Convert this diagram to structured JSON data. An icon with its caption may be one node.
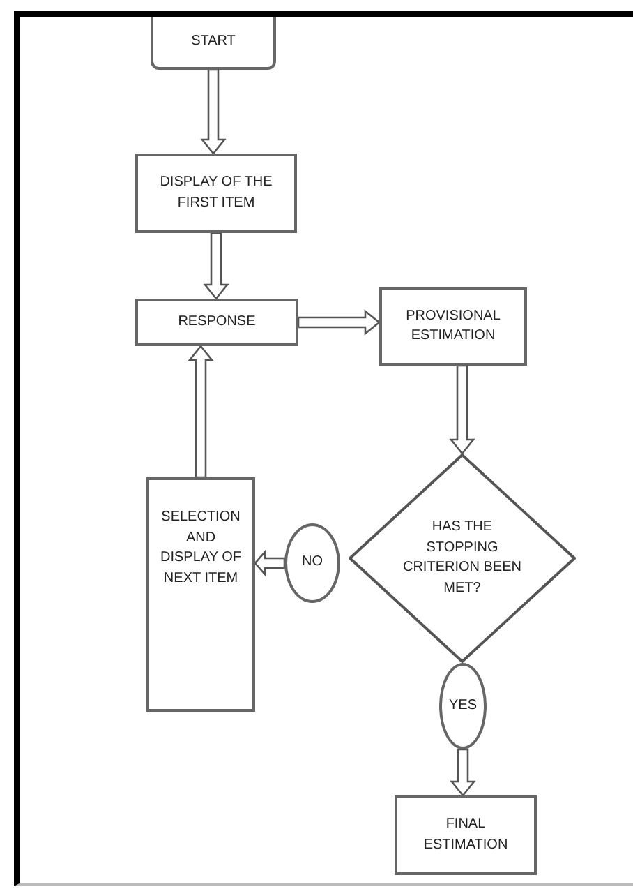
{
  "diagram": {
    "nodes": [
      {
        "text": [
          "START"
        ]
      },
      {
        "text": [
          "DISPLAY OF THE FIRST ITEM"
        ]
      },
      {
        "text": [
          "RESPONSE"
        ]
      },
      {
        "text": [
          "PROVISIONAL ESTIMATION"
        ]
      },
      {
        "text": [
          "HAS THE STOPPING CRITERION BEEN MET?"
        ]
      },
      {
        "text": [
          "NO"
        ]
      },
      {
        "text": [
          "SELECTION AND DISPLAY OF NEXT ITEM"
        ]
      },
      {
        "text": [
          "YES"
        ]
      },
      {
        "text": [
          "FINAL ESTIMATION"
        ]
      }
    ],
    "edges": [
      {
        "from": 0,
        "to": 1,
        "arrow": "to"
      },
      {
        "from": 1,
        "to": 2,
        "arrow": "to"
      },
      {
        "from": 2,
        "to": 3,
        "arrow": "to"
      },
      {
        "from": 3,
        "to": 4,
        "arrow": "to"
      },
      {
        "from": 5,
        "to": 6,
        "arrow": "to"
      },
      {
        "from": 6,
        "to": 2,
        "arrow": "to"
      },
      {
        "from": 7,
        "to": 8,
        "arrow": "to"
      }
    ]
  }
}
